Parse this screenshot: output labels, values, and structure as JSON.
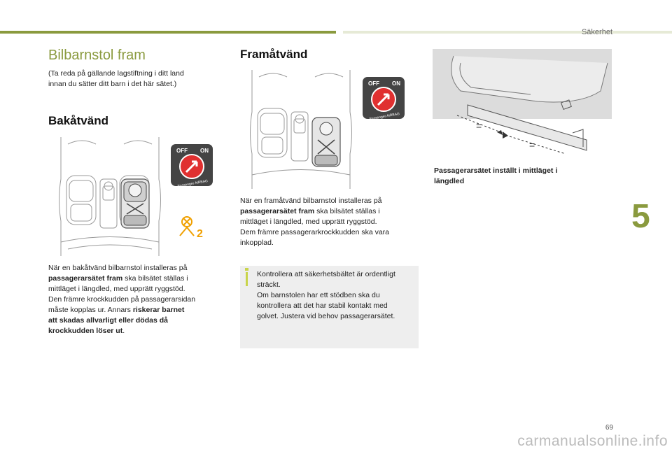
{
  "header": {
    "section_name": "Säkerhet"
  },
  "chapter": {
    "number": "5"
  },
  "page": {
    "number": "69"
  },
  "left_column": {
    "title": "Bilbarnstol fram",
    "intro": "(Ta reda på gällande lagstiftning i ditt land innan du sätter ditt barn i det här sätet.)",
    "intro_line1": "(Ta reda på gällande lagstiftning i ditt land",
    "intro_line2": "innan du sätter ditt barn i det här sätet.)",
    "rear_heading": "Bakåtvänd",
    "rear_text": [
      {
        "t": "När en bakåtvänd bilbarnstol installeras på",
        "b": ""
      },
      {
        "t": "",
        "b": "passagerarsätet fram",
        "t2": " ska bilsätet ställas i"
      },
      {
        "t": "mittläget i längdled, med upprätt ryggstöd.",
        "b": ""
      },
      {
        "t": "Den främre krockkudden på passagerarsidan",
        "b": ""
      },
      {
        "t": "måste kopplas ur. Annars ",
        "b": "riskerar barnet"
      },
      {
        "t": "",
        "b": "att skadas allvarligt eller dödas då"
      },
      {
        "t": "",
        "b": "krockkudden löser ut",
        "t2": "."
      }
    ]
  },
  "middle_column": {
    "forward_heading": "Framåtvänd",
    "forward_text": [
      {
        "t": "När en framåtvänd bilbarnstol installeras på",
        "b": ""
      },
      {
        "t": "",
        "b": "passagerarsätet fram",
        "t2": " ska bilsätet ställas i"
      },
      {
        "t": "mittläget i längdled, med upprätt ryggstöd.",
        "b": ""
      },
      {
        "t": "Dem främre passagerarkrockkudden ska vara",
        "b": ""
      },
      {
        "t": "inkopplad.",
        "b": ""
      }
    ],
    "info_lines": [
      "Kontrollera att säkerhetsbältet är ordentligt",
      "sträckt.",
      "Om barnstolen har ett stödben ska du",
      "kontrollera att det har stabil kontakt med",
      "golvet. Justera vid behov passagerarsätet."
    ]
  },
  "right_column": {
    "caption_line1": "Passagerarsätet inställt i mittläget i",
    "caption_line2": "längdled"
  },
  "airbag_label": {
    "off": "OFF",
    "on": "ON",
    "text": "Passenger AIRBAG"
  },
  "watermark": "carmanualsonline.info",
  "colors": {
    "accent": "#8a9a3e",
    "warning": "#f0a000",
    "arrow_red": "#e03030"
  }
}
